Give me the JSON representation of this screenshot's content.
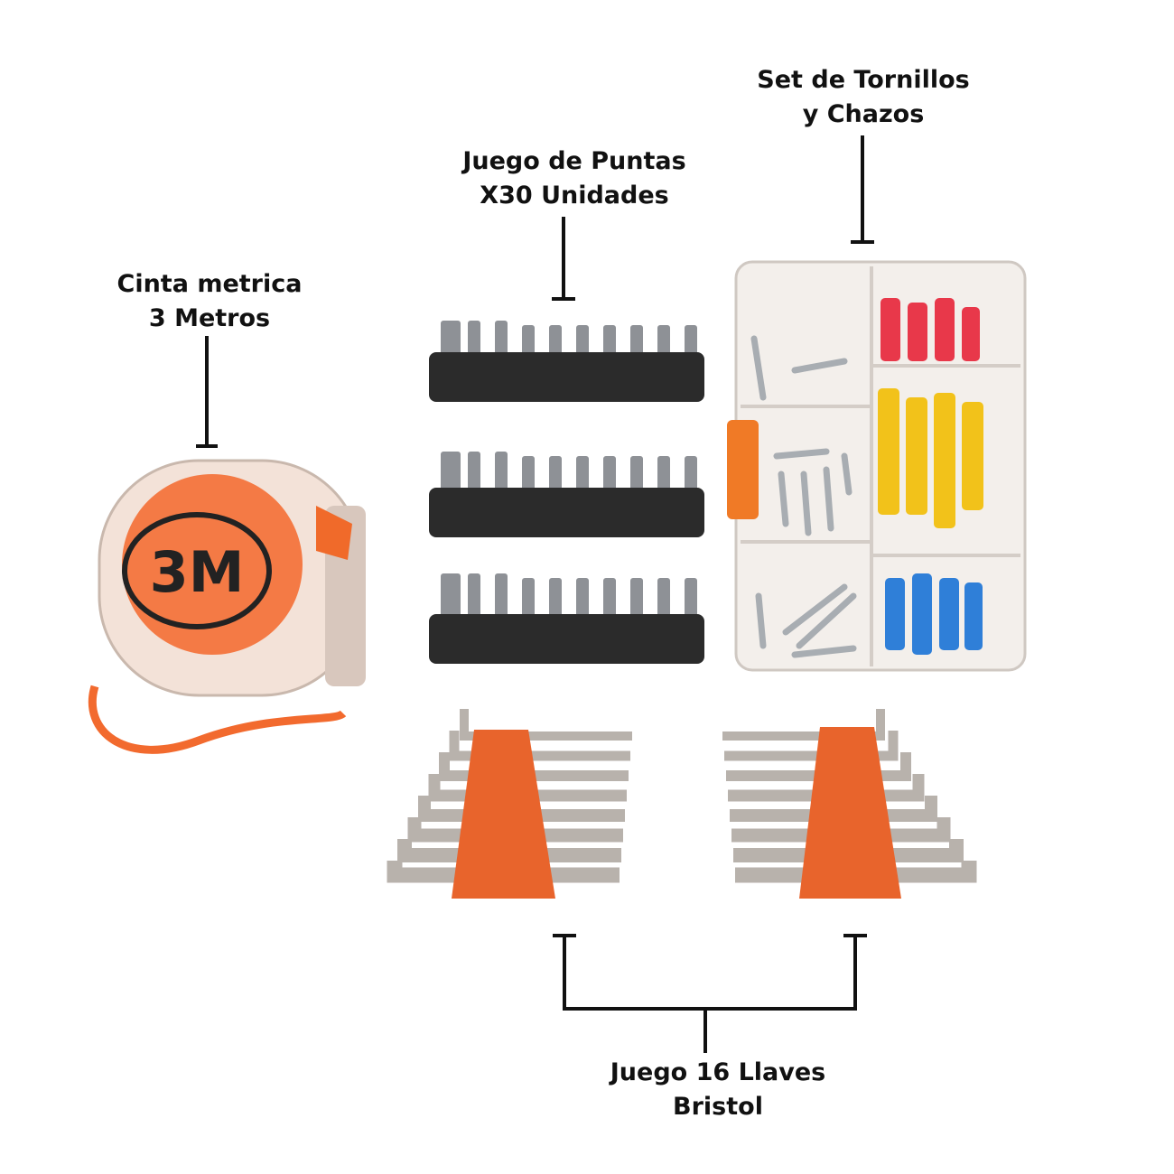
{
  "labels": {
    "tape_measure": {
      "line1": "Cinta metrica",
      "line2": "3 Metros"
    },
    "bit_set": {
      "line1": "Juego de Puntas",
      "line2": "X30 Unidades"
    },
    "screw_set": {
      "line1": "Set de Tornillos",
      "line2": "y Chazos"
    },
    "hex_keys": {
      "line1": "Juego 16 Llaves",
      "line2": "Bristol"
    }
  },
  "brand_logo": "3M",
  "colors": {
    "accent_orange": "#e8642c",
    "text": "#111111",
    "bit_holder": "#2b2b2b",
    "plug_red": "#e8384a",
    "plug_yellow": "#f2c21a",
    "plug_blue": "#2f7fd8"
  }
}
